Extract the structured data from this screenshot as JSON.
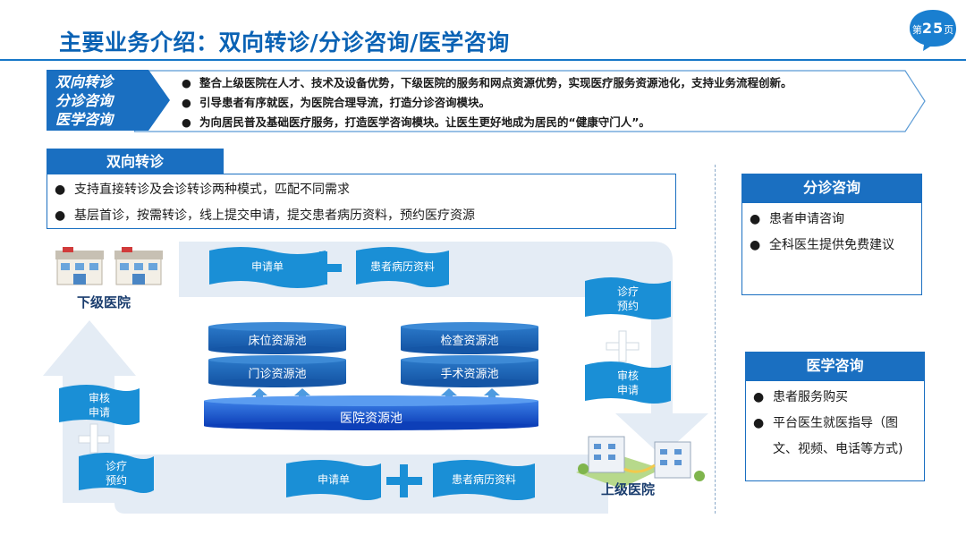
{
  "header": {
    "title": "主要业务介绍：双向转诊/分诊咨询/医学咨询",
    "page_prefix": "第",
    "page_number": "25",
    "page_suffix": "页"
  },
  "intro": {
    "tag_lines": [
      "双向转诊",
      "分诊咨询",
      "医学咨询"
    ],
    "bullet": "●",
    "bullets": [
      "整合上级医院在人才、技术及设备优势，下级医院的服务和网点资源优势，实现医疗服务资源池化，支持业务流程创新。",
      "引导患者有序就医，为医院合理导流，打造分诊咨询模块。",
      "为向居民普及基础医疗服务，打造医学咨询模块。让医生更好地成为居民的“健康守门人”。"
    ]
  },
  "referral": {
    "title": "双向转诊",
    "bullets": [
      "支持直接转诊及会诊转诊两种模式，匹配不同需求",
      "基层首诊，按需转诊，线上提交申请，提交患者病历资料，预约医疗资源"
    ]
  },
  "triage": {
    "title": "分诊咨询",
    "bullets": [
      "患者申请咨询",
      "全科医生提供免费建议"
    ]
  },
  "medical": {
    "title": "医学咨询",
    "bullets": [
      "患者服务购买",
      "平台医生就医指导（图",
      "文、视频、电话等方式)"
    ]
  },
  "diagram": {
    "lower_hospital": "下级医院",
    "upper_hospital": "上级医院",
    "application": "申请单",
    "records": "患者病历资料",
    "appointment": [
      "诊疗",
      "预约"
    ],
    "review": [
      "审核",
      "申请"
    ],
    "pools": {
      "bed": "床位资源池",
      "exam": "检查资源池",
      "outpatient": "门诊资源池",
      "surgery": "手术资源池",
      "hospital": "医院资源池"
    }
  },
  "colors": {
    "accent": "#1a6fc1",
    "title": "#0a62b4",
    "flow_band": "#e4ecf5",
    "flag": "#1a8fd6"
  }
}
